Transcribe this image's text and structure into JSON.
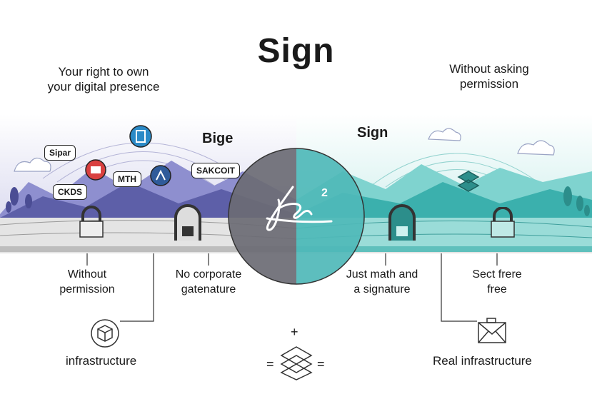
{
  "title": "Sign",
  "left": {
    "tagline_line1": "Your right to own",
    "tagline_line2": "your digital presence",
    "subheading": "Bige",
    "bubbles": [
      "Sipar",
      "CKDS",
      "MTH",
      "SAKCOIT"
    ],
    "captions": [
      {
        "line1": "Without",
        "line2": "permission"
      },
      {
        "line1": "No corporate",
        "line2": "gatenature"
      }
    ],
    "footer_label": "infrastructure",
    "footer_icon": "cube-icon"
  },
  "right": {
    "tagline_line1": "Without asking",
    "tagline_line2": "permission",
    "subheading": "Sign",
    "captions": [
      {
        "line1": "Just math and",
        "line2": "a signature"
      },
      {
        "line1": "Sect frere",
        "line2": "free"
      }
    ],
    "footer_label": "Real infrastructure",
    "footer_icon": "envelope-icon"
  },
  "center": {
    "signature_superscript": "2",
    "bottom_plus": "+",
    "bottom_eq": "="
  },
  "colors": {
    "left_accent": "#5d5fa8",
    "right_accent": "#3bb0ad",
    "road": "#cfcfcf"
  }
}
